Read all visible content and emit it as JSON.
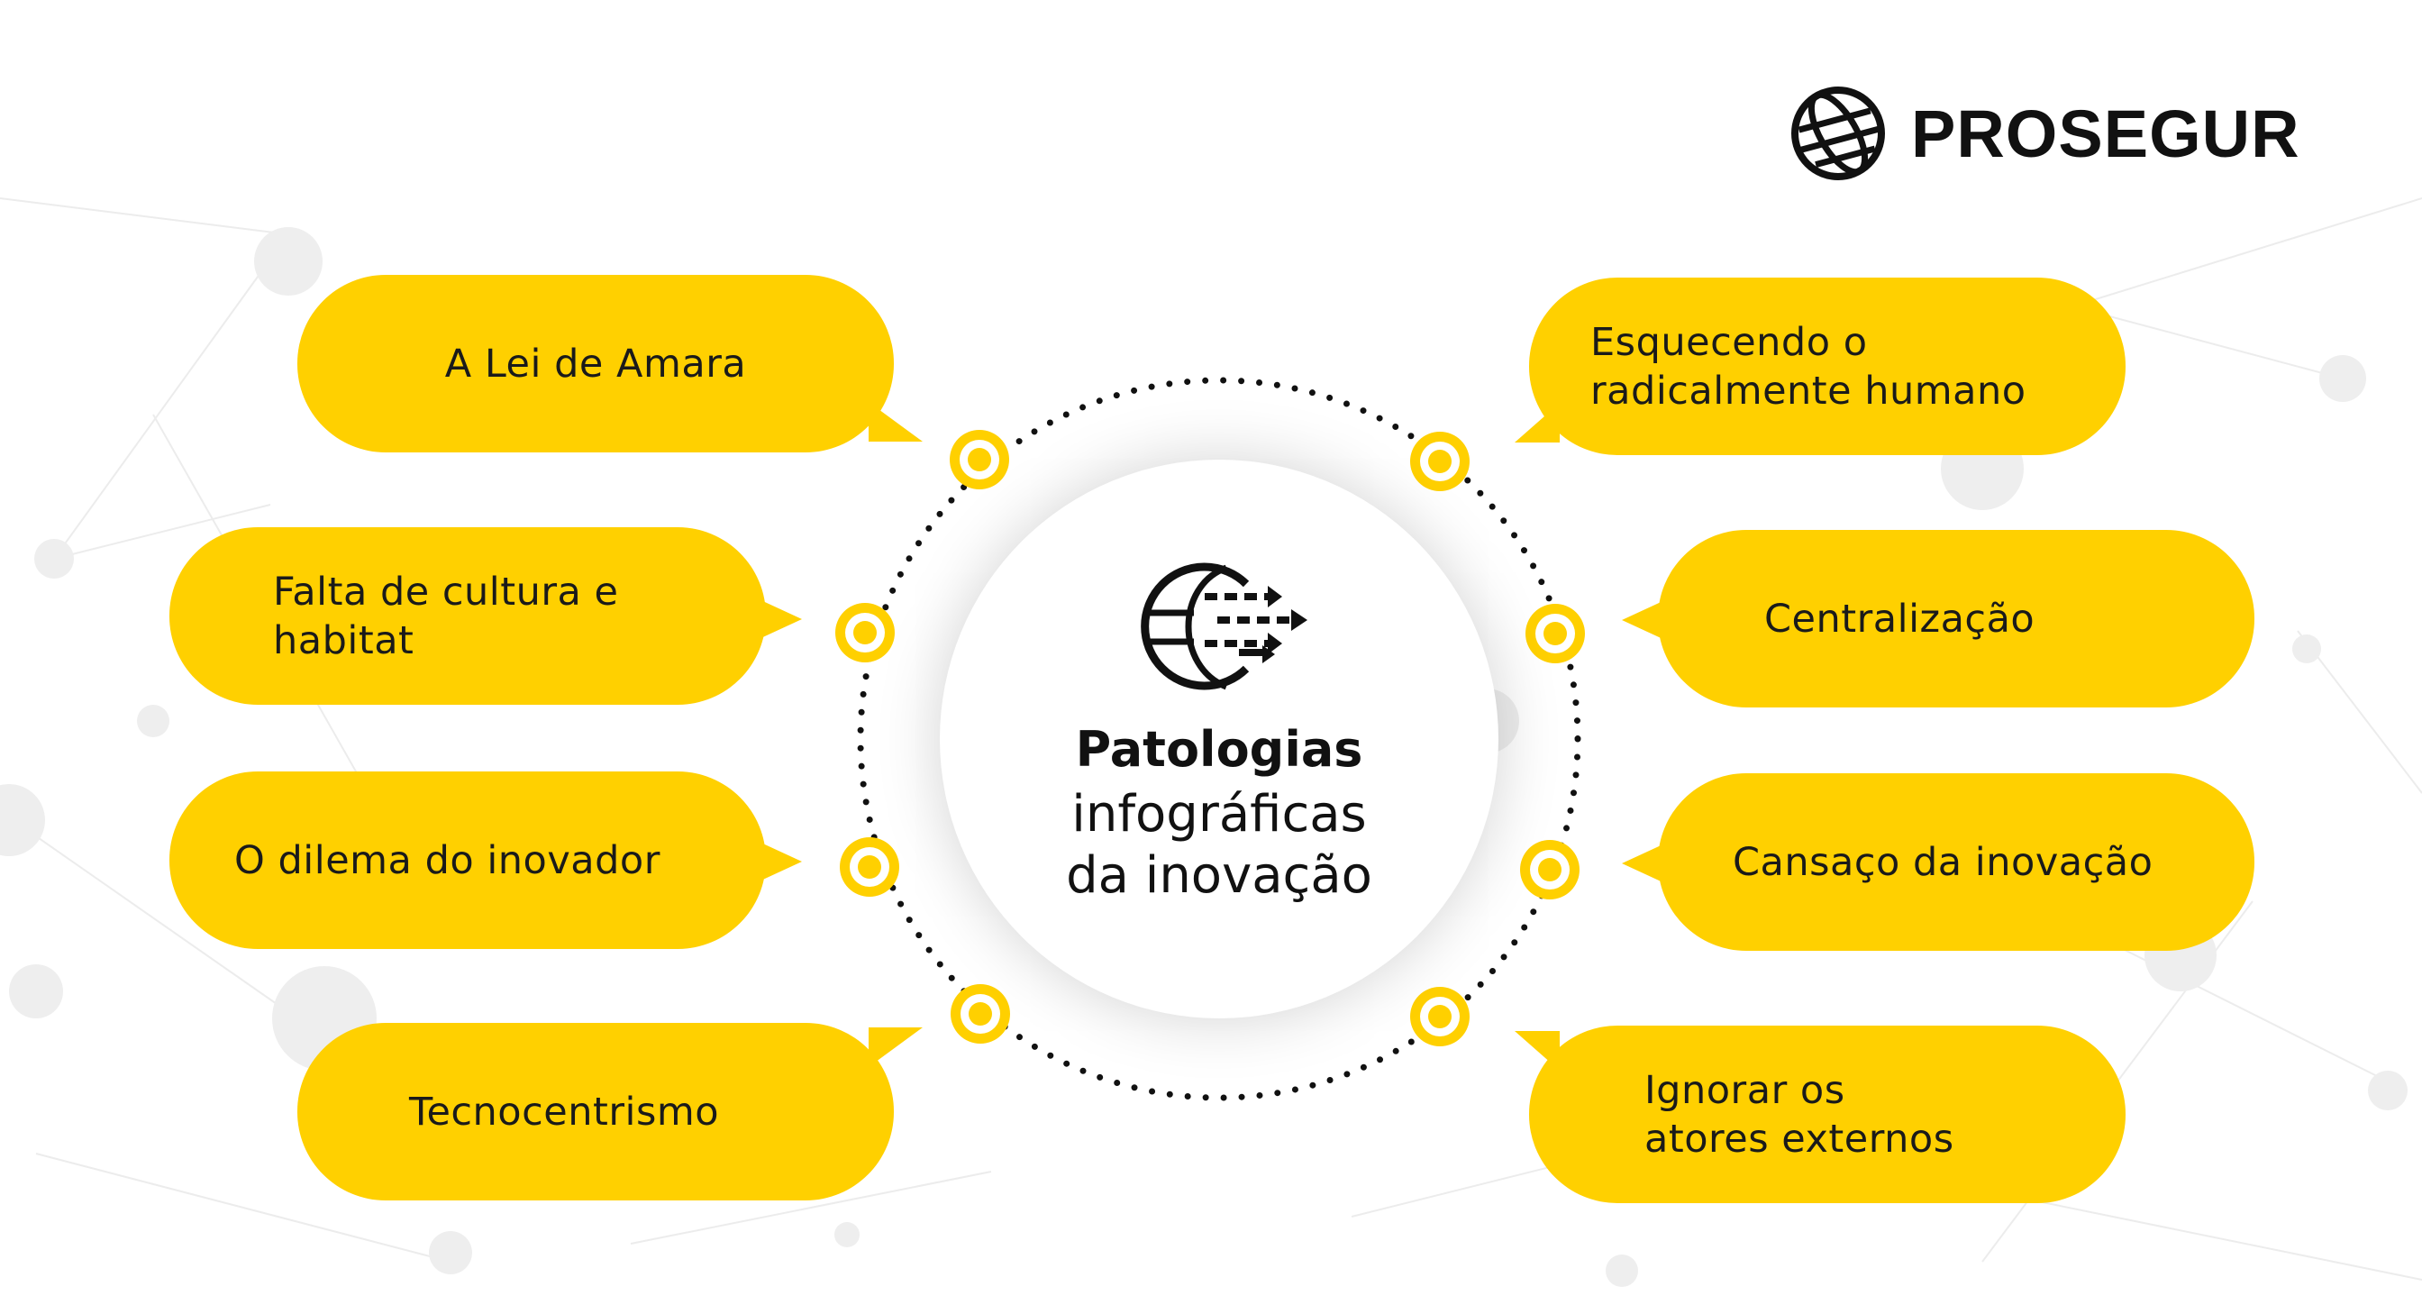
{
  "brand": {
    "name": "PROSEGUR",
    "logo_icon": "globe-icon"
  },
  "center": {
    "icon": "globe-arrows-icon",
    "title": "Patologias",
    "subtitle": "infográficas\nda inovação"
  },
  "left_items": [
    {
      "label": "A Lei de Amara"
    },
    {
      "label": "Falta de cultura e\nhabitat"
    },
    {
      "label": "O dilema do inovador"
    },
    {
      "label": "Tecnocentrismo"
    }
  ],
  "right_items": [
    {
      "label": "Esquecendo o\nradicalmente humano"
    },
    {
      "label": "Centralização"
    },
    {
      "label": "Cansaço da inovação"
    },
    {
      "label": "Ignorar os\natores externos"
    }
  ],
  "colors": {
    "accent": "#FFD000",
    "text": "#1a1a1a",
    "background": "#ffffff"
  }
}
